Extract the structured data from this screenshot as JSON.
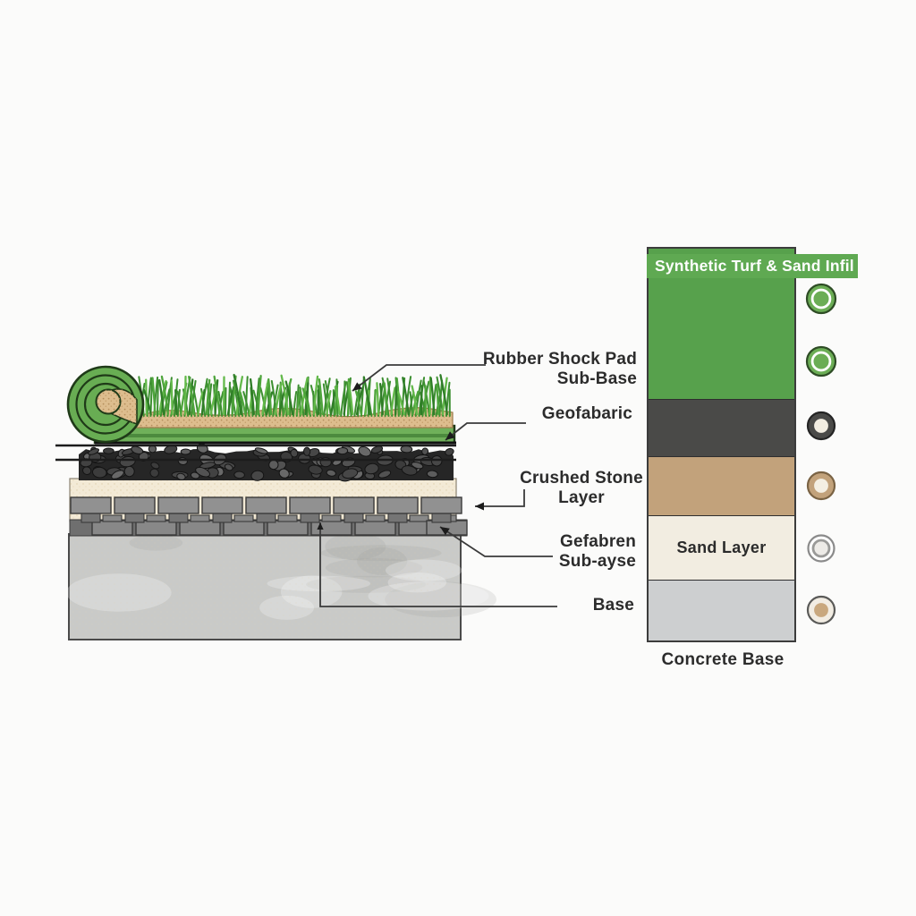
{
  "canvas": {
    "background": "#fbfbfa"
  },
  "callouts": [
    {
      "id": "rubber-shock-pad",
      "label": "Rubber Shock Pad\nSub-Base"
    },
    {
      "id": "geofabric",
      "label": "Geofabaric"
    },
    {
      "id": "crushed-stone",
      "label": "Crushed Stone\nLayer"
    },
    {
      "id": "fabric-sub-base",
      "label": "Gefabren\nSub-ayse"
    },
    {
      "id": "base",
      "label": "Base"
    }
  ],
  "legend": {
    "header": "Synthetic Turf & Sand Infil",
    "header_color": "#5fa952",
    "caption": "Concrete Base",
    "layers": [
      {
        "name": "synthetic-turf-layer",
        "color": "#57a14c",
        "label": ""
      },
      {
        "name": "shock-pad-layer",
        "color": "#4a4a48",
        "label": ""
      },
      {
        "name": "crushed-stone-layer",
        "color": "#c2a27b",
        "label": ""
      },
      {
        "name": "sand-layer",
        "color": "#f2ede1",
        "label": "Sand Layer"
      },
      {
        "name": "concrete-base-layer",
        "color": "#cdcfd0",
        "label": ""
      }
    ]
  },
  "badges": [
    {
      "name": "badge-turf-infill-1",
      "outer": "#6bad55",
      "border": "#2e4c25",
      "ring": "#ffffff",
      "inner": "#6bad55",
      "r": 16
    },
    {
      "name": "badge-turf-infill-2",
      "outer": "#6bad55",
      "border": "#2e4c25",
      "ring": "#ffffff",
      "inner": "#6bad55",
      "r": 16
    },
    {
      "name": "badge-shock-pad",
      "outer": "#4a4a48",
      "border": "#242424",
      "ring": "#4a4a48",
      "inner": "#f2ede1",
      "r": 15
    },
    {
      "name": "badge-crushed-stone",
      "outer": "#c2a27b",
      "border": "#7a6344",
      "ring": "#c2a27b",
      "inner": "#f4efe3",
      "r": 15
    },
    {
      "name": "badge-sand",
      "outer": "#ffffff",
      "border": "#8a8a8a",
      "ring": "#9a9a98",
      "inner": "#edebe7",
      "r": 14.5
    },
    {
      "name": "badge-concrete-base",
      "outer": "#f2ede3",
      "border": "#5a5a58",
      "ring": "#f2ede3",
      "inner": "#c9a87e",
      "r": 15
    }
  ],
  "illustration": {
    "grass_greens": [
      "#4ea53c",
      "#63b94a",
      "#2f7d27",
      "#3c8f30"
    ],
    "backing_green": "#6fb05a",
    "backing_stripe": "#4c8a3e",
    "roll_green": "#68ad53",
    "roll_outline": "#1f3a18",
    "sand": "#ddbd8e",
    "sand_dot": "#b58e5c",
    "stone_dark": "#262626",
    "stone_tones": [
      "#3c3c3c",
      "#474747",
      "#525252",
      "#5d5d5d",
      "#424242",
      "#686868"
    ],
    "paver_light": "#919191",
    "paver_mid": "#888888",
    "paver_dark": "#757575",
    "cream": "#f3ead6",
    "cream_dot": "#ddcda8",
    "concrete": "#c9cac8",
    "outline": "#2a2a2a",
    "connector": "#3a3a3a"
  }
}
